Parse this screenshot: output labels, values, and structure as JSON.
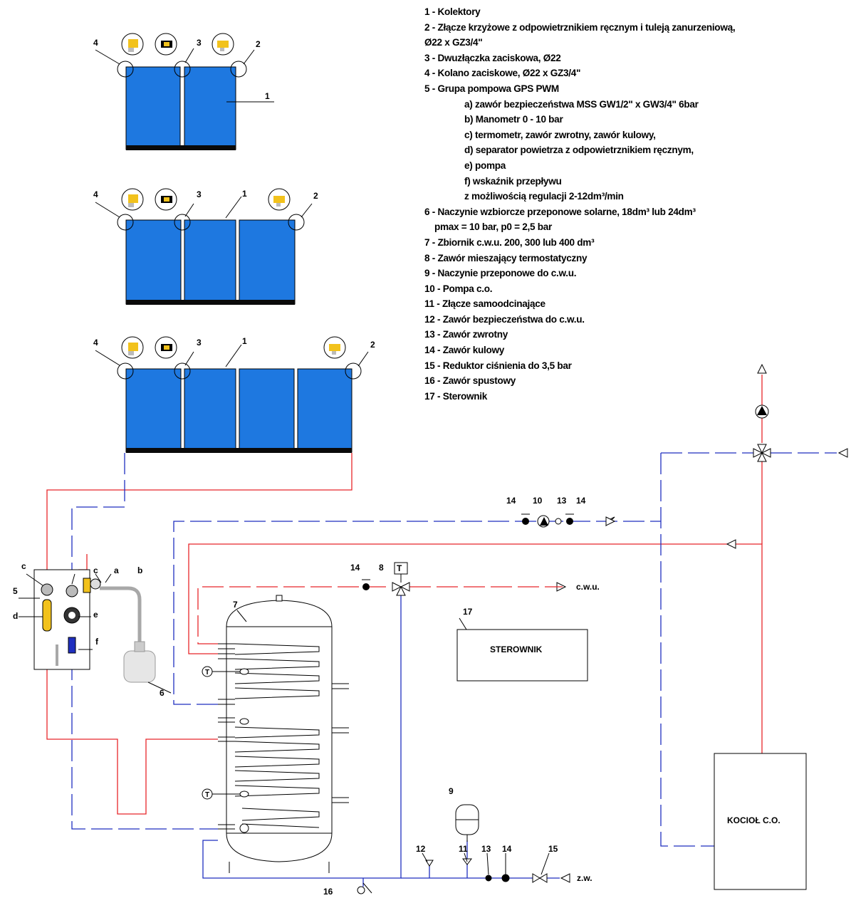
{
  "legend": [
    "1 - Kolektory",
    "2 - Złącze krzyżowe z odpowietrznikiem ręcznym i tuleją zanurzeniową,",
    "Ø22 x GZ3/4\"",
    "3 - Dwuzłączka zaciskowa, Ø22",
    "4 - Kolano zaciskowe, Ø22 x GZ3/4\"",
    "5 - Grupa pompowa GPS PWM",
    "a) zawór bezpieczeństwa MSS GW1/2\" x GW3/4\" 6bar",
    "b) Manometr 0 - 10 bar",
    "c) termometr, zawór zwrotny, zawór kulowy,",
    "d) separator powietrza z odpowietrznikiem ręcznym,",
    "e) pompa",
    "f) wskaźnik przepływu",
    "z możliwością regulacji 2-12dm³/min",
    "6 - Naczynie wzbiorcze przeponowe solarne, 18dm³ lub 24dm³",
    "pmax = 10 bar, p0 = 2,5 bar",
    "7 - Zbiornik c.w.u. 200, 300 lub 400 dm³",
    "8 - Zawór mieszający termostatyczny",
    "9 - Naczynie przeponowe do c.w.u.",
    "10 - Pompa c.o.",
    "11 - Złącze samoodcinające",
    "12 - Zawór bezpieczeństwa do c.w.u.",
    "13 - Zawór zwrotny",
    "14 - Zawór kulowy",
    "15 - Reduktor ciśnienia do 3,5 bar",
    "16 - Zawór spustowy",
    "17 - Sterownik"
  ],
  "labels": {
    "n1": "1",
    "n2": "2",
    "n3": "3",
    "n4": "4",
    "n5": "5",
    "n6": "6",
    "n7": "7",
    "n8": "8",
    "n9": "9",
    "n10": "10",
    "n11": "11",
    "n12": "12",
    "n13": "13",
    "n14": "14",
    "n15": "15",
    "n16": "16",
    "n17": "17",
    "a": "a",
    "b": "b",
    "c": "c",
    "d": "d",
    "e": "e",
    "f": "f",
    "T": "T",
    "cwu": "c.w.u.",
    "zw": "z.w."
  },
  "boxes": {
    "sterownik": "STEROWNIK",
    "kociol": "KOCIOŁ C.O."
  },
  "colors": {
    "panel": "#1e78e0",
    "panel_edge": "#0a0a0a",
    "supply": "#e8262a",
    "return": "#1f2fbf",
    "expansion": "#a8a8a8",
    "tank": "#ffffff"
  }
}
